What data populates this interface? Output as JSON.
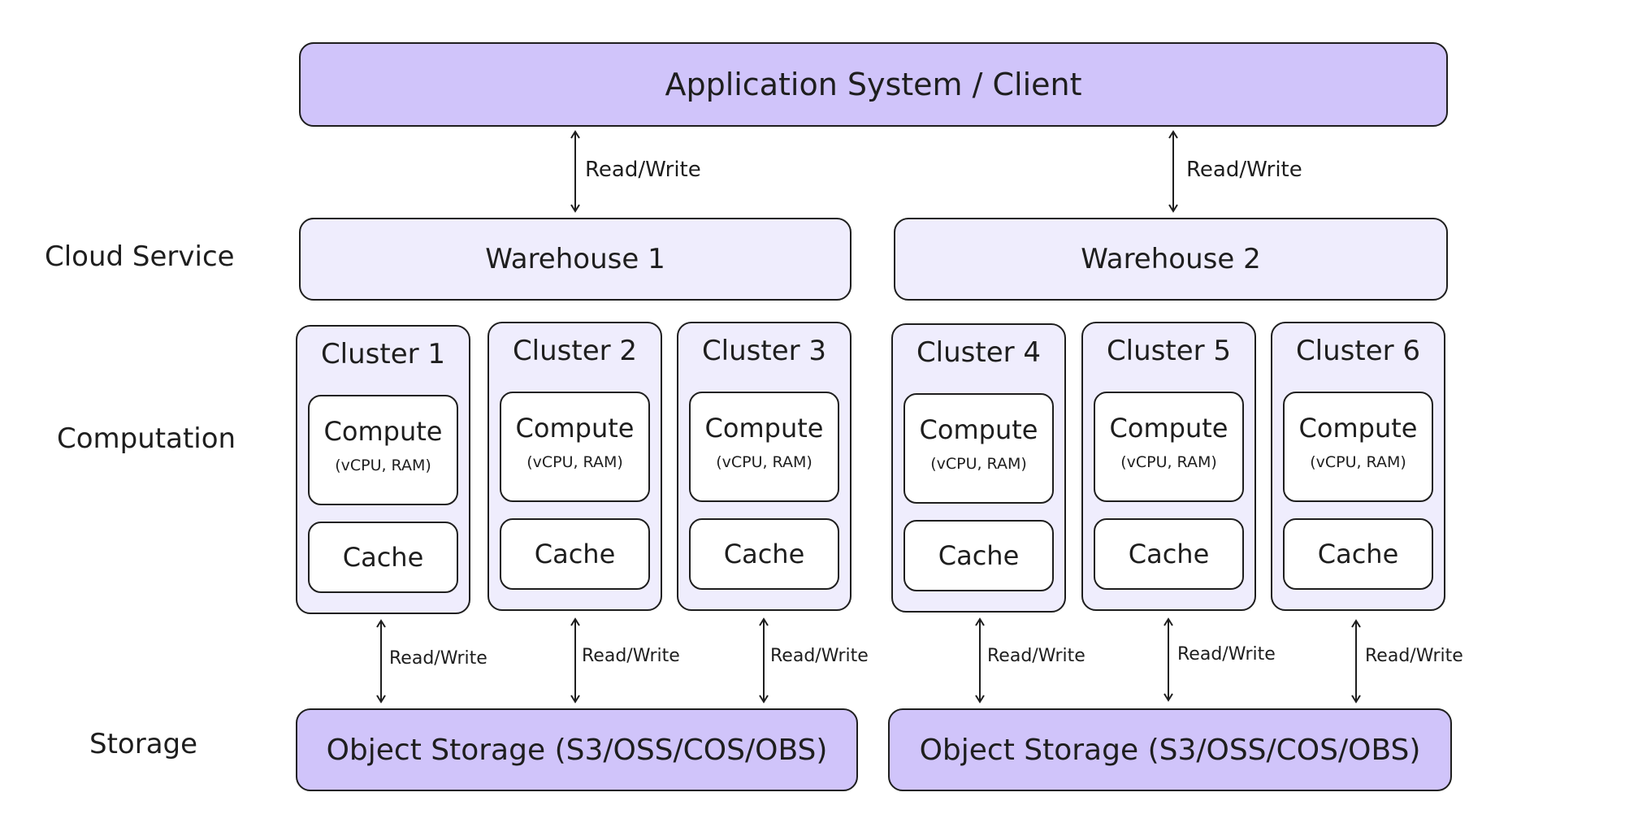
{
  "client": {
    "label": "Application System / Client"
  },
  "layers": {
    "cloud_service": "Cloud Service",
    "computation": "Computation",
    "storage": "Storage"
  },
  "warehouses": [
    "Warehouse 1",
    "Warehouse 2"
  ],
  "clusters": [
    {
      "title": "Cluster 1",
      "compute": "Compute",
      "compute_sub": "(vCPU, RAM)",
      "cache": "Cache"
    },
    {
      "title": "Cluster 2",
      "compute": "Compute",
      "compute_sub": "(vCPU, RAM)",
      "cache": "Cache"
    },
    {
      "title": "Cluster 3",
      "compute": "Compute",
      "compute_sub": "(vCPU, RAM)",
      "cache": "Cache"
    },
    {
      "title": "Cluster 4",
      "compute": "Compute",
      "compute_sub": "(vCPU, RAM)",
      "cache": "Cache"
    },
    {
      "title": "Cluster 5",
      "compute": "Compute",
      "compute_sub": "(vCPU, RAM)",
      "cache": "Cache"
    },
    {
      "title": "Cluster 6",
      "compute": "Compute",
      "compute_sub": "(vCPU, RAM)",
      "cache": "Cache"
    }
  ],
  "storages": [
    "Object Storage (S3/OSS/COS/OBS)",
    "Object Storage (S3/OSS/COS/OBS)"
  ],
  "edge_label": "Read/Write",
  "colors": {
    "primary_fill": "#d0c4fa",
    "secondary_fill": "#efedfd",
    "stroke": "#1e1e1e"
  }
}
